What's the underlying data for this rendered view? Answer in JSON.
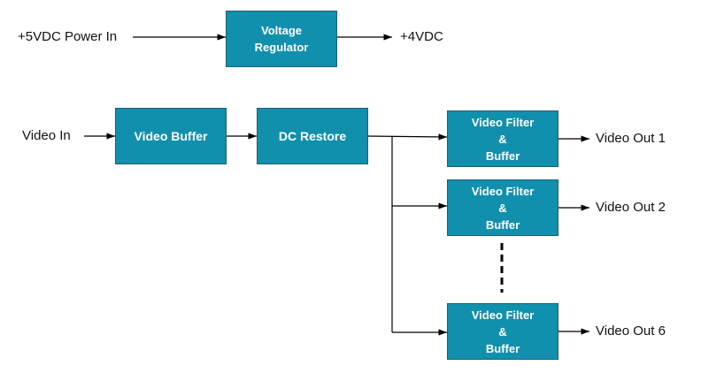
{
  "colors": {
    "block_fill": "#1190ad",
    "block_border": "#1f5e70",
    "block_text": "#ffffff",
    "line": "#000000"
  },
  "power": {
    "input": "+5VDC Power In",
    "block": [
      "Voltage",
      "Regulator"
    ],
    "output": "+4VDC"
  },
  "video": {
    "input": "Video In",
    "buffer": "Video Buffer",
    "restore": "DC Restore",
    "filters": [
      {
        "lines": [
          "Video Filter",
          "&",
          "Buffer"
        ],
        "output": "Video Out 1"
      },
      {
        "lines": [
          "Video Filter",
          "&",
          "Buffer"
        ],
        "output": "Video Out 2"
      },
      {
        "lines": [
          "Video Filter",
          "&",
          "Buffer"
        ],
        "output": "Video Out 6"
      }
    ]
  }
}
